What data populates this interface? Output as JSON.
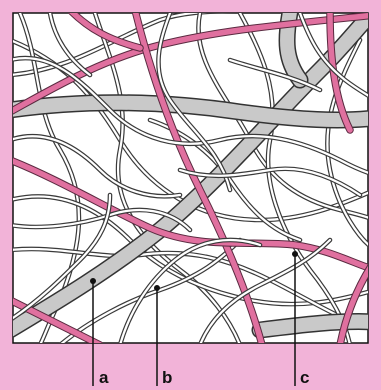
{
  "labels": {
    "a": "a",
    "b": "b",
    "c": "c"
  },
  "colors": {
    "background": "#f2b3d8",
    "panel": "#ffffff",
    "thick_fiber": "#c9c9c9",
    "pink_fiber": "#e0709f",
    "thin_fiber": "#ffffff"
  }
}
